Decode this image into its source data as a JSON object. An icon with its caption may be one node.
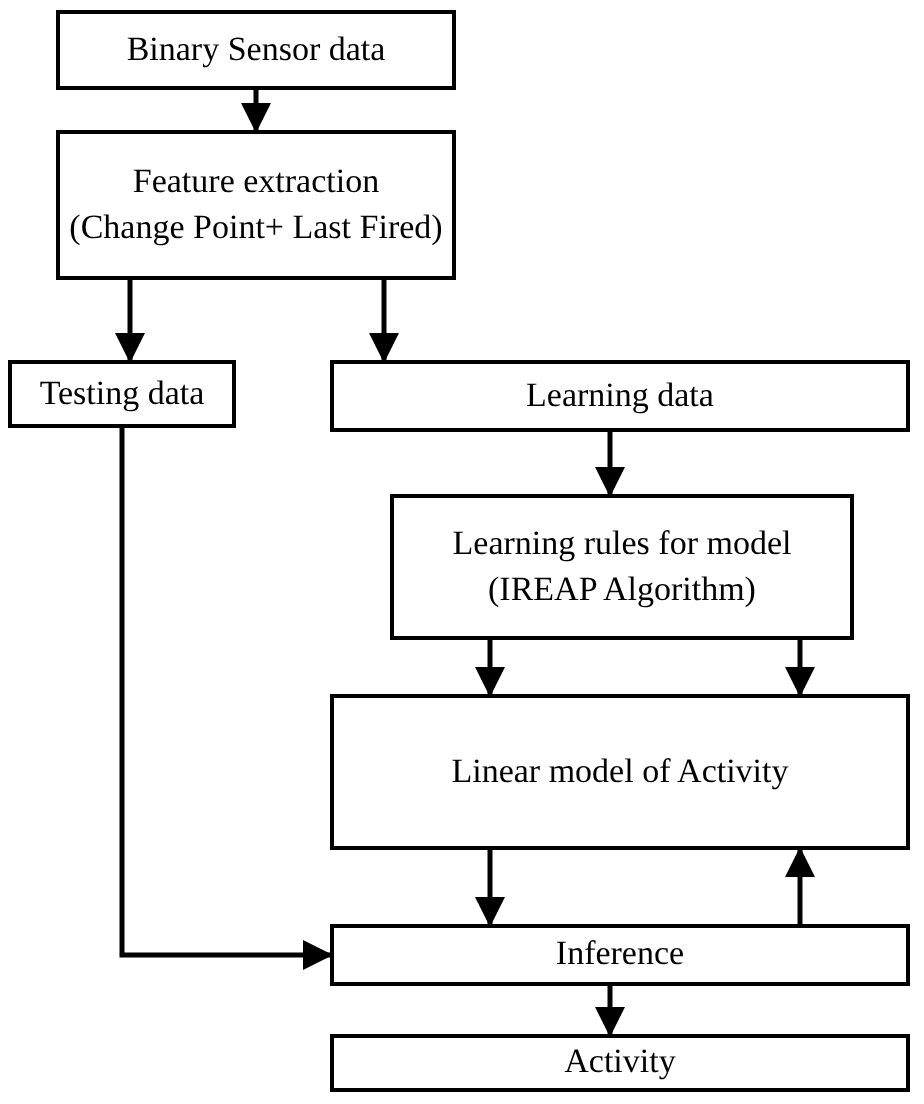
{
  "diagram": {
    "nodes": [
      {
        "text": [
          "Binary Sensor data"
        ]
      },
      {
        "text": [
          "Feature extraction",
          "(Change Point+ Last Fired)"
        ]
      },
      {
        "text": [
          "Testing data"
        ]
      },
      {
        "text": [
          "Learning data"
        ]
      },
      {
        "text": [
          "Learning rules for model",
          "(IREAP Algorithm)"
        ]
      },
      {
        "text": [
          "Linear model of Activity"
        ]
      },
      {
        "text": [
          "Inference"
        ]
      },
      {
        "text": [
          "Activity"
        ]
      }
    ],
    "edges": [
      {
        "from": 0,
        "to": 1,
        "arrow": "to"
      },
      {
        "from": 1,
        "to": 2,
        "arrow": "to"
      },
      {
        "from": 1,
        "to": 3,
        "arrow": "to"
      },
      {
        "from": 3,
        "to": 4,
        "arrow": "to"
      },
      {
        "from": 4,
        "to": 5,
        "arrow": "to"
      },
      {
        "from": 4,
        "to": 5,
        "arrow": "to"
      },
      {
        "from": 5,
        "to": 6,
        "arrow": "to"
      },
      {
        "from": 6,
        "to": 5,
        "arrow": "to"
      },
      {
        "from": 2,
        "to": 6,
        "arrow": "to"
      },
      {
        "from": 6,
        "to": 7,
        "arrow": "to"
      }
    ]
  }
}
